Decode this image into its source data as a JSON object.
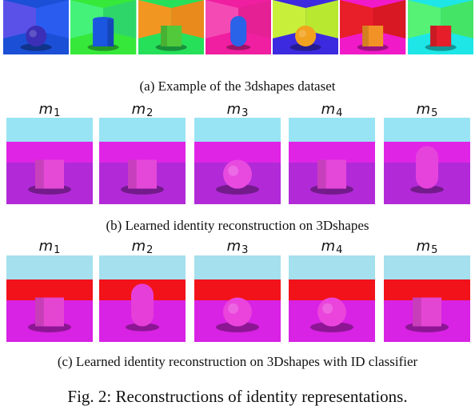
{
  "example_tiles": [
    {
      "id": "ex1",
      "floor": "#1a4fd6",
      "wall_left": "#5a52e8",
      "wall_right": "#2a5cf0",
      "shape": "sphere",
      "shape_color": "#3b2fb8"
    },
    {
      "id": "ex2",
      "floor": "#36e83a",
      "wall_left": "#44f27a",
      "wall_right": "#2ed66a",
      "shape": "cylinder",
      "shape_color": "#1a56e0"
    },
    {
      "id": "ex3",
      "floor": "#26e05a",
      "wall_left": "#f29622",
      "wall_right": "#e88a1c",
      "shape": "cube",
      "shape_color": "#52c93a"
    },
    {
      "id": "ex4",
      "floor": "#f01ea0",
      "wall_left": "#f44ab4",
      "wall_right": "#e42094",
      "shape": "capsule",
      "shape_color": "#2a62e8"
    },
    {
      "id": "ex5",
      "floor": "#3c2ae0",
      "wall_left": "#c8f03a",
      "wall_right": "#b8e830",
      "shape": "sphere",
      "shape_color": "#f2a21e"
    },
    {
      "id": "ex6",
      "floor": "#f01ac8",
      "wall_left": "#e81e28",
      "wall_right": "#d81822",
      "shape": "cube",
      "shape_color": "#f29226"
    },
    {
      "id": "ex7",
      "floor": "#1ee6e6",
      "wall_left": "#56f276",
      "wall_right": "#44e466",
      "shape": "cube",
      "shape_color": "#e61e2a"
    }
  ],
  "captions": {
    "a": "(a) Example of the 3dshapes dataset",
    "b": "(b) Learned identity reconstruction on 3Dshapes",
    "c": "(c) Learned identity reconstruction on 3Dshapes with ID classifier",
    "figure": "Fig. 2: Reconstructions of identity representations."
  },
  "model_labels": [
    {
      "main": "m",
      "sub": "1"
    },
    {
      "main": "m",
      "sub": "2"
    },
    {
      "main": "m",
      "sub": "3"
    },
    {
      "main": "m",
      "sub": "4"
    },
    {
      "main": "m",
      "sub": "5"
    }
  ],
  "panel_b": {
    "sky": "#99e4f4",
    "wall": "#e024e6",
    "floor": "#b22ad8",
    "tiles": [
      {
        "shape": "cube",
        "color": "#e44ad6"
      },
      {
        "shape": "cube",
        "color": "#e448d8"
      },
      {
        "shape": "sphere",
        "color": "#e84ae0"
      },
      {
        "shape": "cube",
        "color": "#e448d8"
      },
      {
        "shape": "capsule",
        "color": "#e642dc"
      }
    ]
  },
  "panel_c": {
    "sky": "#a4e0ee",
    "wall": "#f2121a",
    "floor": "#d822e4",
    "tiles": [
      {
        "shape": "cube",
        "color": "#e446d2"
      },
      {
        "shape": "capsule",
        "color": "#e63ed8"
      },
      {
        "shape": "sphere",
        "color": "#ea44dc"
      },
      {
        "shape": "sphere",
        "color": "#ea44dc"
      },
      {
        "shape": "cube",
        "color": "#e446d4"
      }
    ]
  }
}
